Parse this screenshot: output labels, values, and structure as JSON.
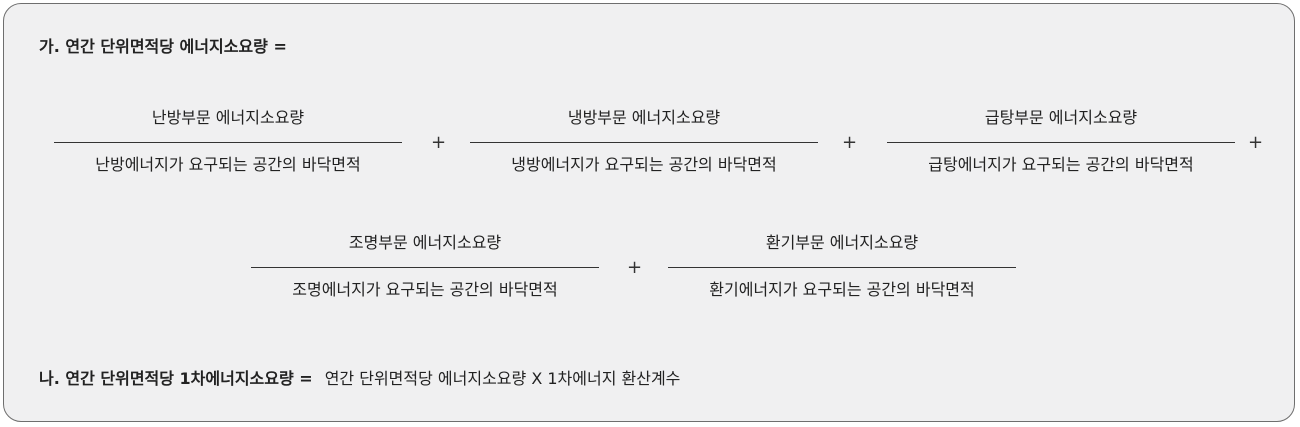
{
  "section_a": {
    "label": "가. 연간 단위면적당 에너지소요량 ="
  },
  "row1": [
    {
      "numerator": "난방부문 에너지소요량",
      "denominator": "난방에너지가 요구되는 공간의 바닥면적"
    },
    {
      "numerator": "냉방부문 에너지소요량",
      "denominator": "냉방에너지가 요구되는 공간의 바닥면적"
    },
    {
      "numerator": "급탕부문 에너지소요량",
      "denominator": "급탕에너지가 요구되는 공간의 바닥면적"
    }
  ],
  "row2": [
    {
      "numerator": "조명부문 에너지소요량",
      "denominator": "조명에너지가 요구되는 공간의 바닥면적"
    },
    {
      "numerator": "환기부문 에너지소요량",
      "denominator": "환기에너지가 요구되는 공간의 바닥면적"
    }
  ],
  "operator": "+",
  "section_b": {
    "label": "나. 연간 단위면적당 1차에너지소요량 =",
    "expression": "연간 단위면적당 에너지소요량 X 1차에너지 환산계수"
  }
}
